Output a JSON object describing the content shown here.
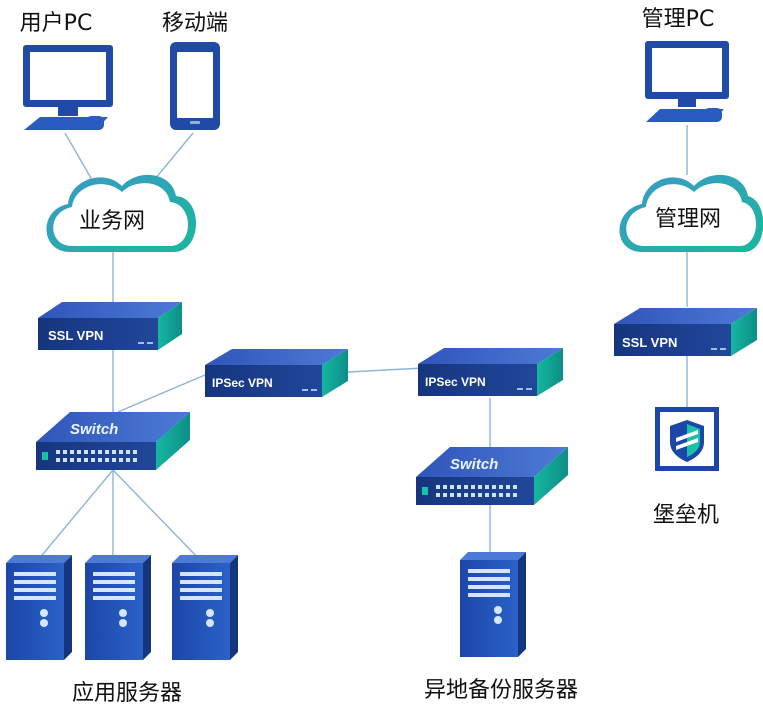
{
  "nodes": {
    "user_pc": "用户PC",
    "mobile": "移动端",
    "mgmt_pc": "管理PC",
    "business_net": "业务网",
    "mgmt_net": "管理网",
    "ssl_vpn_left": "SSL VPN",
    "ssl_vpn_right": "SSL VPN",
    "ipsec_left": "IPSec VPN",
    "ipsec_right": "IPSec VPN",
    "switch_left": "Switch",
    "switch_right": "Switch",
    "bastion": "堡垒机",
    "app_servers": "应用服务器",
    "backup_servers": "异地备份服务器"
  },
  "colors": {
    "device_blue": "#1c3f8f",
    "device_top": "#3f66c8",
    "teal_accent": "#18c2a6",
    "link": "#8fb4d6",
    "cloud_border": "#3aa6c8"
  }
}
